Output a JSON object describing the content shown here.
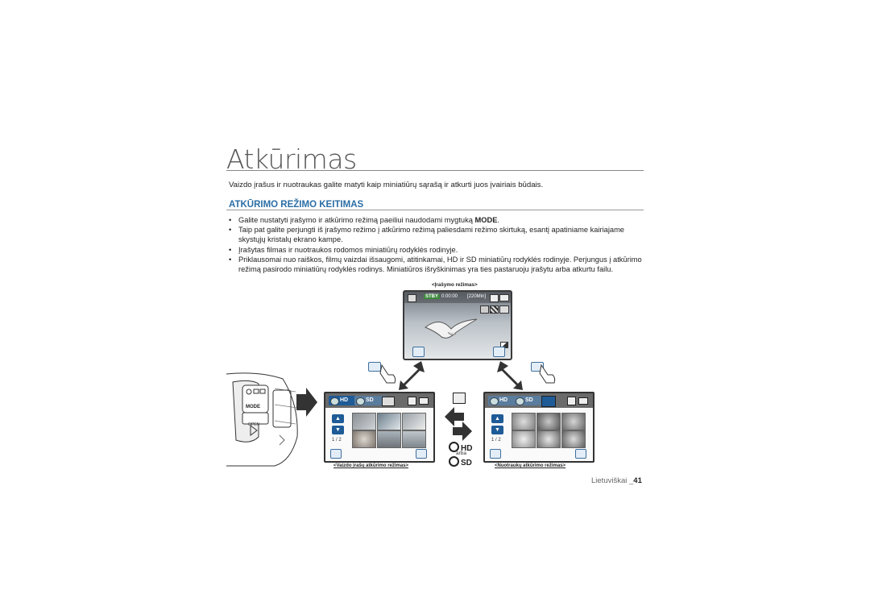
{
  "title": "Atkūrimas",
  "intro": "Vaizdo įrašus ir nuotraukas galite matyti kaip miniatiūrų sąrašą ir atkurti juos įvairiais būdais.",
  "section_heading": "ATKŪRIMO REŽIMO KEITIMAS",
  "bullets": [
    {
      "pre": "Galite nustatyti įrašymo ir atkūrimo režimą paeiliui naudodami mygtuką ",
      "bold": "MODE",
      "post": "."
    },
    {
      "text": "Taip pat galite perjungti iš įrašymo režimo į atkūrimo režimą paliesdami režimo skirtuką, esantį apatiniame kairiajame skystųjų kristalų ekrano kampe."
    },
    {
      "text": "Įrašytas filmas ir nuotraukos rodomos miniatiūrų rodyklės rodinyje."
    },
    {
      "text": "Priklausomai nuo raiškos, filmų vaizdai išsaugomi, atitinkamai, HD ir SD miniatiūrų rodyklės rodinyje. Perjungus į atkūrimo režimą pasirodo miniatiūrų rodyklės rodinys. Miniatiūros išryškinimas yra ties pastaruoju įrašytu arba atkurtu failu."
    }
  ],
  "figure": {
    "rec_caption": "<Įrašymo režimas>",
    "rec_status": {
      "standby": "STBY",
      "time": "0:00:00",
      "remaining": "[220Min]"
    },
    "camera_mode_label": "MODE",
    "camera_open_label": "OPEN",
    "left_panel": {
      "tab_hd": "HD",
      "tab_sd": "SD",
      "page": "1 / 2",
      "caption": "<Vaizdo įrašų atkūrimo režimas>"
    },
    "right_panel": {
      "tab_hd": "HD",
      "tab_sd": "SD",
      "page": "1 / 2",
      "caption": "<Nuotraukų atkūrimo režimas>"
    },
    "mid_hd": "HD",
    "mid_or": "arba",
    "mid_sd": "SD"
  },
  "footer": {
    "language": "Lietuviškai _",
    "page": "41"
  },
  "colors": {
    "heading": "#2b6ea5",
    "nav_button": "#1e5b97",
    "tab_active": "#1e5b97"
  }
}
